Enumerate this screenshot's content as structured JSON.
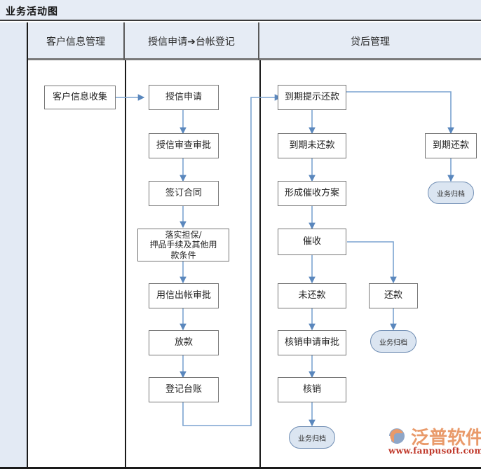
{
  "title": "业务活动图",
  "colors": {
    "header_bg": "#e6ecf5",
    "strip_bg": "#e3eaf4",
    "edge": "#7ba3d0",
    "node_border": "#767676",
    "terminator_fill": "#dbe5f1",
    "logo_orange": "#e99a6a",
    "logo_red": "#c0392b"
  },
  "columns": [
    {
      "label": "客户信息管理"
    },
    {
      "label": "授信申请➔台帐登记"
    },
    {
      "label": "贷后管理"
    }
  ],
  "nodes": {
    "customer_info_collect": "客户信息收集",
    "credit_application": "授信申请",
    "credit_review_approval": "授信审查审批",
    "sign_contract": "签订合同",
    "guarantee_line1": "落实担保/",
    "guarantee_line2": "押品手续及其他用",
    "guarantee_line3": "款条件",
    "loan_disbursement_approval": "用信出帐审批",
    "loan_release": "放款",
    "register_ledger": "登记台账",
    "due_reminder": "到期提示还款",
    "due_unpaid": "到期未还款",
    "form_collection_plan": "形成催收方案",
    "collection": "催收",
    "unpaid": "未还款",
    "repaid": "还款",
    "writeoff_apply_approval": "核销申请审批",
    "writeoff": "核销",
    "due_repayment": "到期还款",
    "archive_1": "业务归档",
    "archive_2": "业务归档",
    "archive_3": "业务归档"
  },
  "logo": {
    "name": "泛普软件",
    "url": "www.fanpusoft.com"
  }
}
